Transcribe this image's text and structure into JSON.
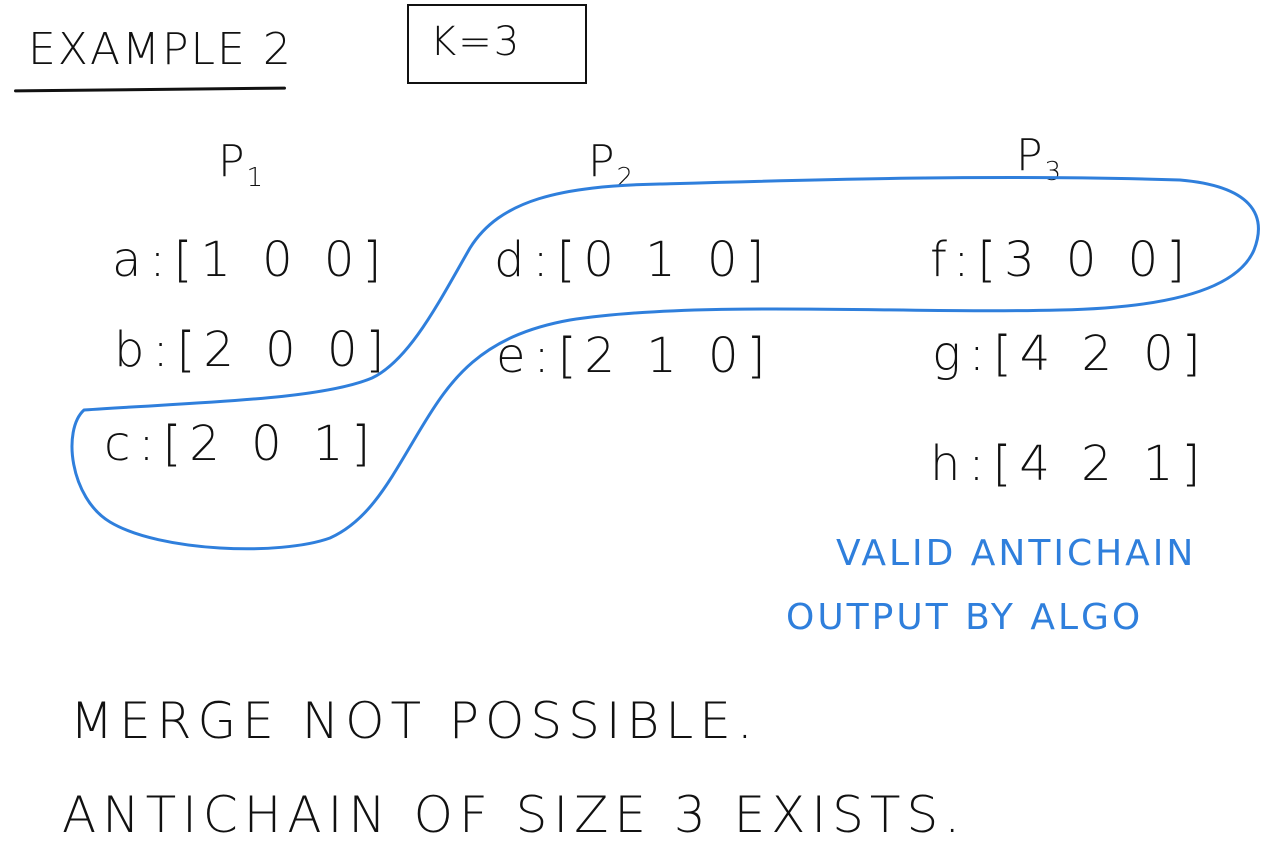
{
  "title": "EXAMPLE 2",
  "k_label": "K=3",
  "chains": [
    {
      "name": "P",
      "index": "1",
      "elements": [
        {
          "label": "a:",
          "vector": "[1 0 0]"
        },
        {
          "label": "b:",
          "vector": "[2 0 0]"
        },
        {
          "label": "c:",
          "vector": "[2 0 1]"
        }
      ]
    },
    {
      "name": "P",
      "index": "2",
      "elements": [
        {
          "label": "d:",
          "vector": "[0 1 0]"
        },
        {
          "label": "e:",
          "vector": "[2 1 0]"
        }
      ]
    },
    {
      "name": "P",
      "index": "3",
      "elements": [
        {
          "label": "f:",
          "vector": "[3 0 0]"
        },
        {
          "label": "g:",
          "vector": "[4 2 0]"
        },
        {
          "label": "h:",
          "vector": "[4 2 1]"
        }
      ]
    }
  ],
  "annotation": {
    "line1": "VALID ANTICHAIN",
    "line2": "OUTPUT BY ALGO",
    "color": "#2f7fdc"
  },
  "conclusion": {
    "line1": "MERGE NOT POSSIBLE.",
    "line2": "ANTICHAIN OF SIZE 3 EXISTS."
  },
  "colors": {
    "ink": "#111111",
    "highlight": "#2f7fdc",
    "background": "#ffffff"
  }
}
